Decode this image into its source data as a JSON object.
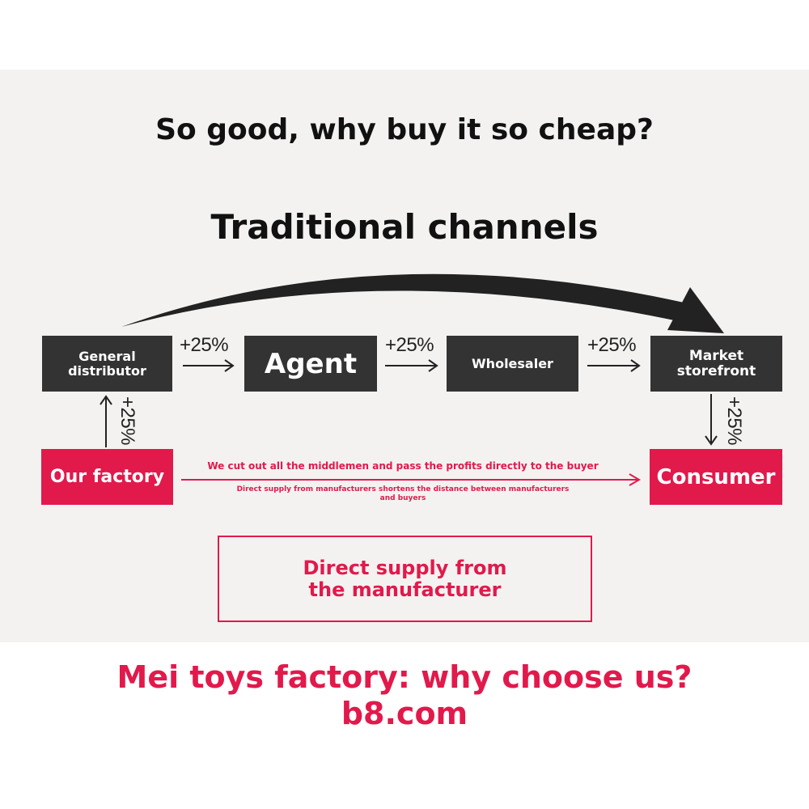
{
  "headline": "So good, why buy it so cheap?",
  "section_title": "Traditional channels",
  "chain": [
    {
      "label": "General distributor"
    },
    {
      "label": "Agent"
    },
    {
      "label": "Wholesaler"
    },
    {
      "label": "Market storefront"
    }
  ],
  "markups": [
    "+25%",
    "+25%",
    "+25%",
    "+25%",
    "+25%"
  ],
  "factory_label": "Our factory",
  "consumer_label": "Consumer",
  "cut_out_text": "We cut out all the middlemen and pass the profits directly to the buyer",
  "direct_supply_note": "Direct supply from manufacturers shortens the distance between manufacturers and buyers",
  "direct_supply_box": "Direct supply from the manufacturer",
  "footer_line1": "Mei toys factory: why choose us?",
  "footer_line2": "b8.com",
  "colors": {
    "accent": "#e2194b",
    "dark_box": "#333333",
    "background": "#f3f2f1"
  }
}
